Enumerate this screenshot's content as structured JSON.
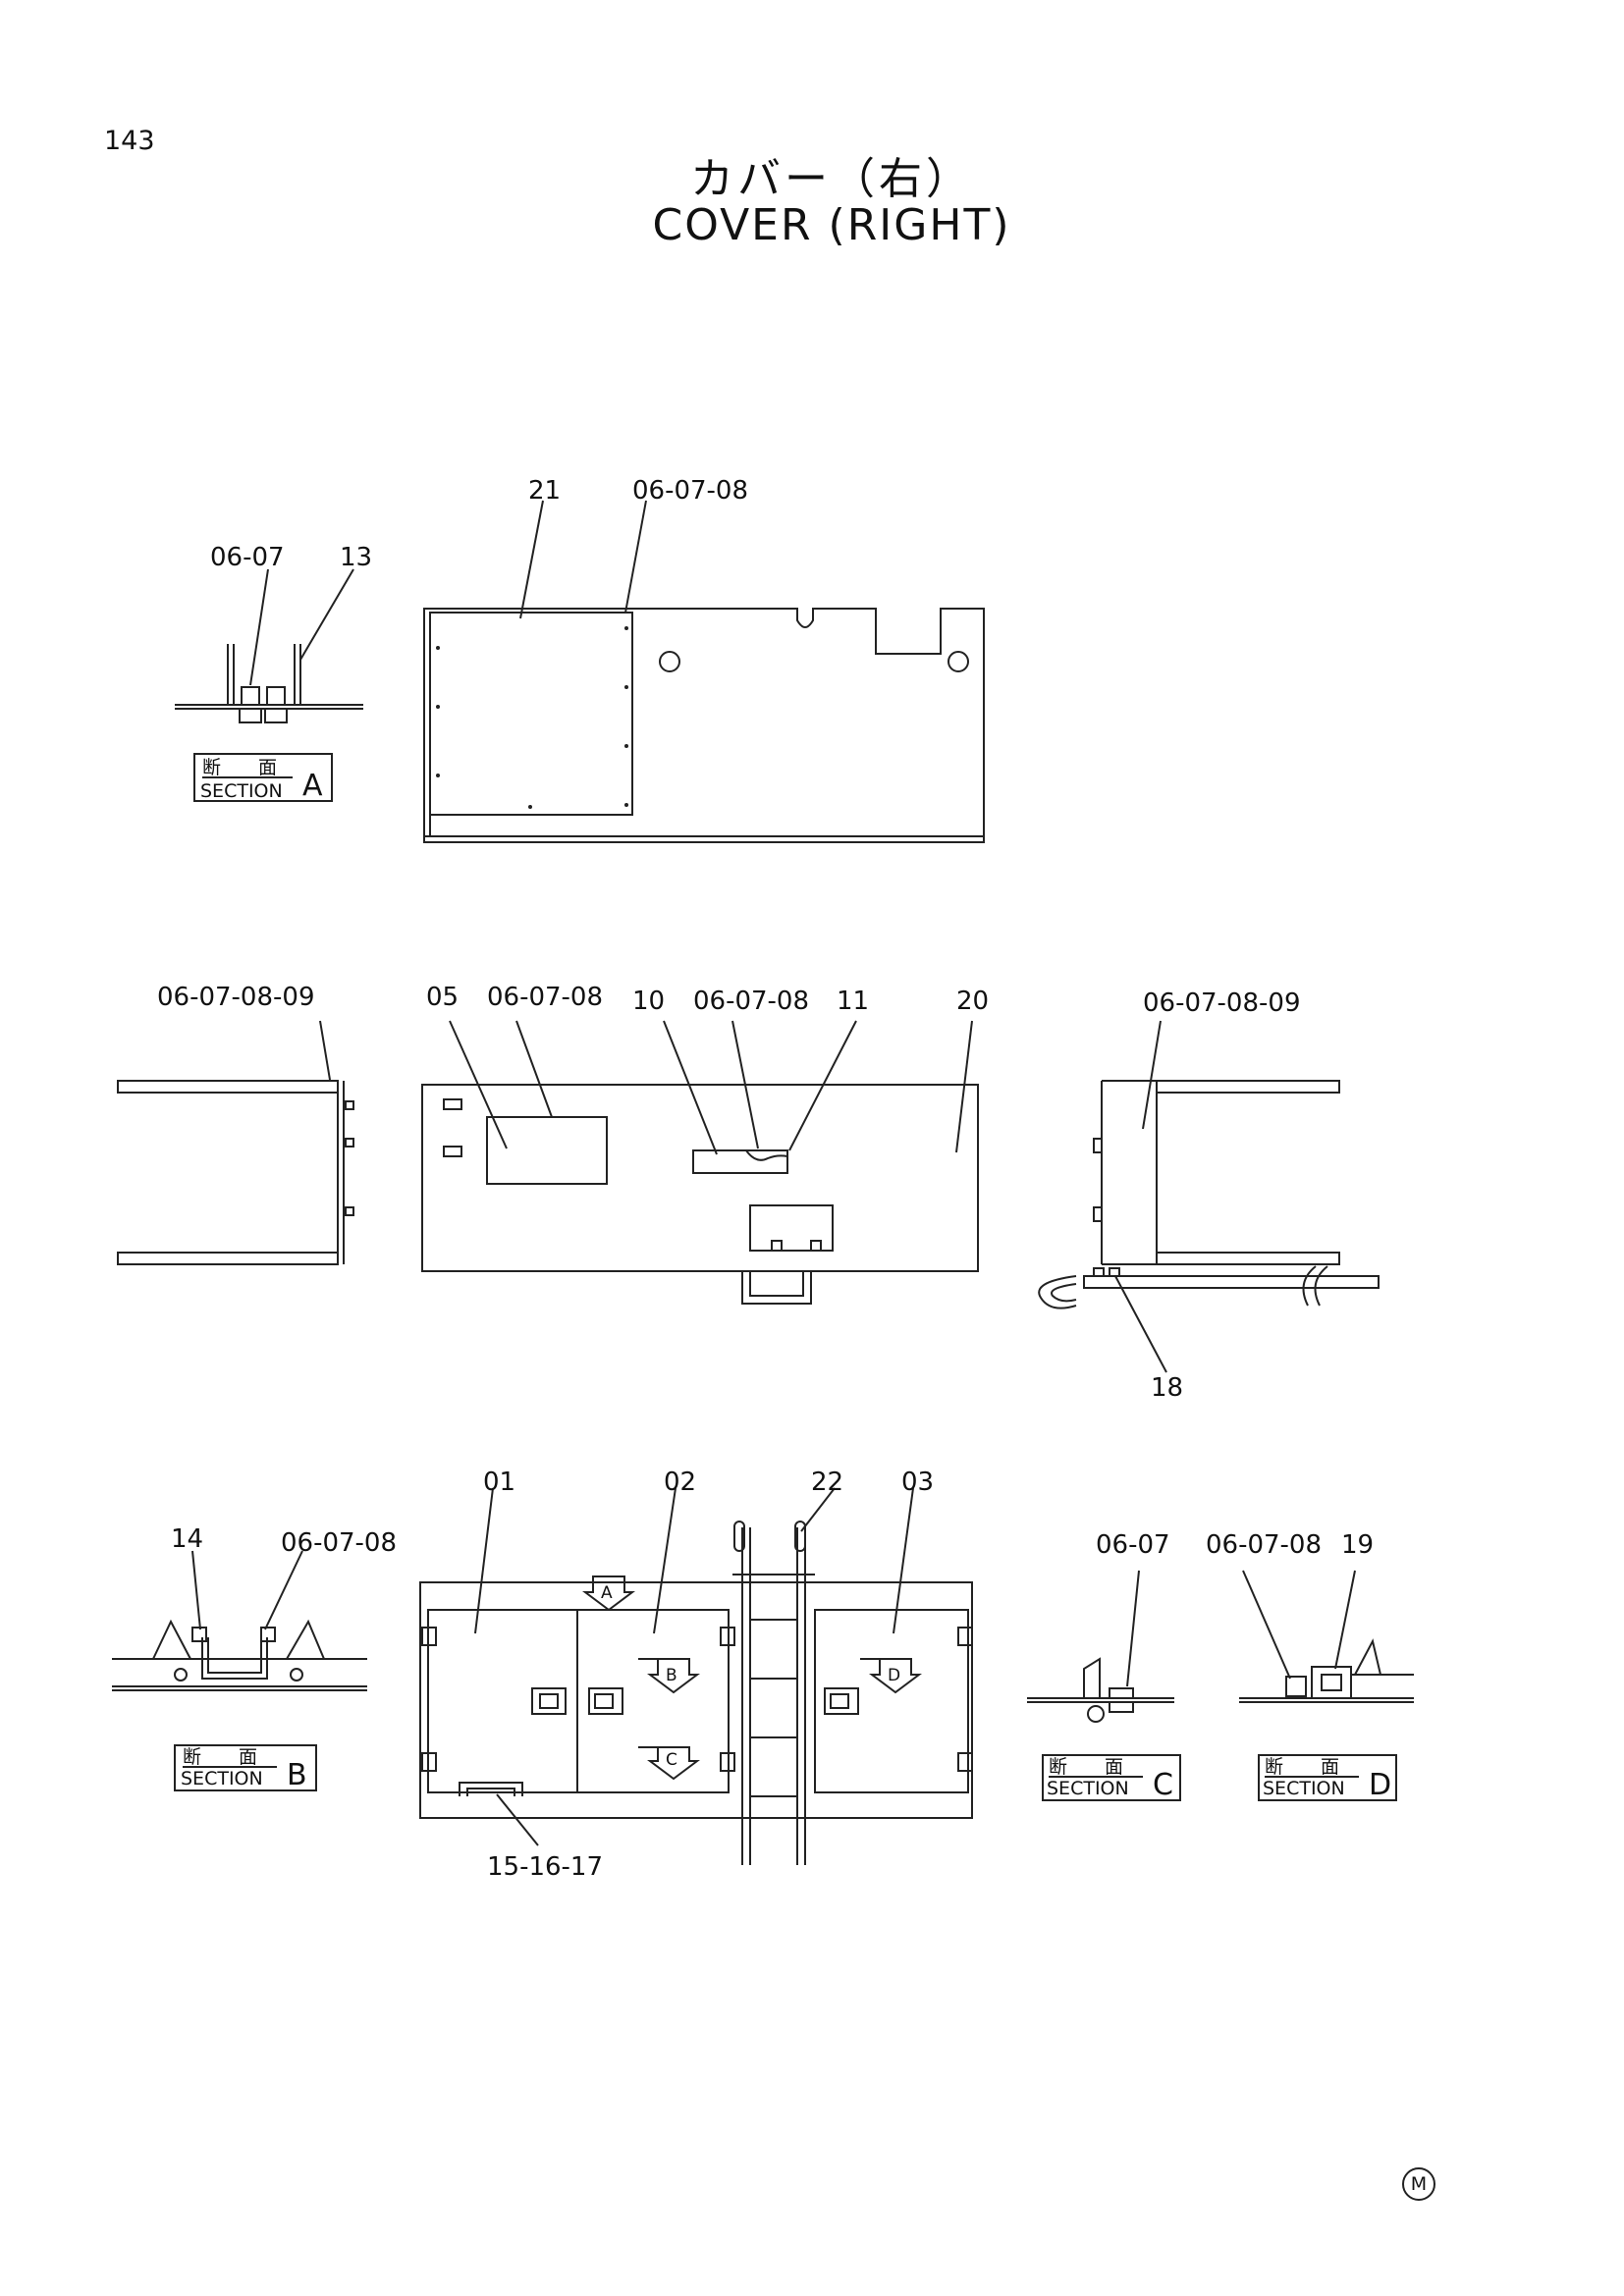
{
  "header": {
    "page_number": "143",
    "title_jp": "カバー（右）",
    "title_en": "COVER (RIGHT)"
  },
  "callouts": {
    "top": [
      "21",
      "06-07-08"
    ],
    "section_a": [
      "06-07",
      "13"
    ],
    "middle": [
      "06-07-08-09",
      "05",
      "06-07-08",
      "10",
      "06-07-08",
      "11",
      "20",
      "06-07-08-09",
      "18"
    ],
    "bottom": [
      "01",
      "02",
      "22",
      "03",
      "15-16-17"
    ],
    "section_b": [
      "14",
      "06-07-08"
    ],
    "section_c": [
      "06-07"
    ],
    "section_d": [
      "06-07-08",
      "19"
    ]
  },
  "section_boxes": {
    "jp": "断　　面",
    "en": "SECTION",
    "letters": [
      "A",
      "B",
      "C",
      "D"
    ]
  },
  "view_arrows": [
    "A",
    "B",
    "C",
    "D"
  ],
  "footer": {
    "mark": "M"
  }
}
